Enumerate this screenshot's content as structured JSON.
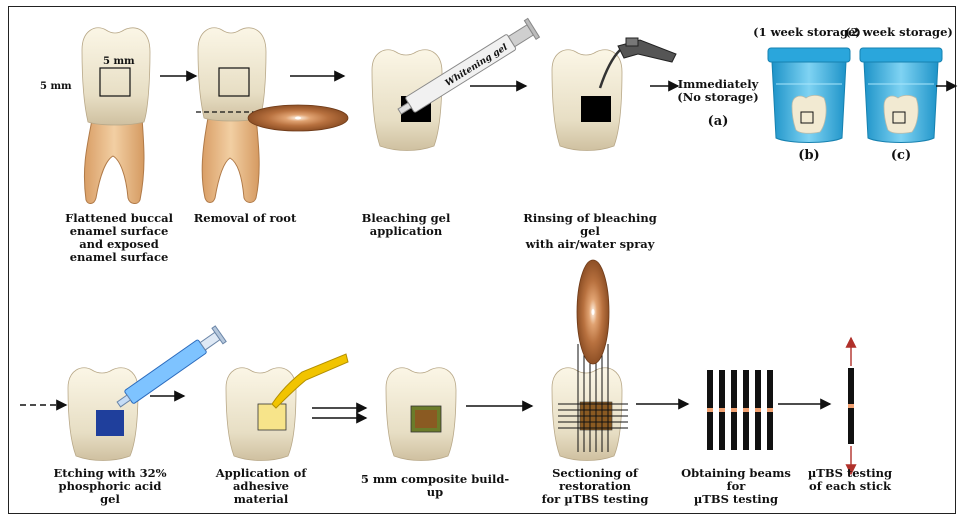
{
  "dim_labels": {
    "horizontal": "5 mm",
    "vertical": "5 mm"
  },
  "syringe_label": "Whitening gel",
  "storage": {
    "immediate": {
      "text": "Immediately\n(No storage)",
      "letter": "(a)"
    },
    "one_week": {
      "title": "(1 week storage)",
      "letter": "(b)"
    },
    "two_week": {
      "title": "(2 week storage)",
      "letter": "(c)"
    }
  },
  "top_captions": [
    "Flattened buccal\nenamel surface\nand exposed\nenamel surface",
    "Removal of root",
    "Bleaching  gel application",
    "Rinsing of bleaching gel\nwith air/water  spray"
  ],
  "bottom_captions": [
    "Etching with 32%\nphosphoric acid gel",
    "Application  of\nadhesive material",
    "5 mm  composite build-up",
    "Sectioning of restoration\nfor µTBS testing",
    "Obtaining beams for\nµTBS testing",
    "µTBS testing\nof each stick"
  ],
  "colors": {
    "enamel": "#ebe3cc",
    "root": "#e4b785",
    "bleach_square": "#000000",
    "etch_square": "#1f3f9c",
    "adhesive_square": "#f7e48a",
    "composite_square": "#8a5a22",
    "cup": "#33b8e8",
    "disc": "#c8804e",
    "arrow_red": "#b0302a"
  }
}
